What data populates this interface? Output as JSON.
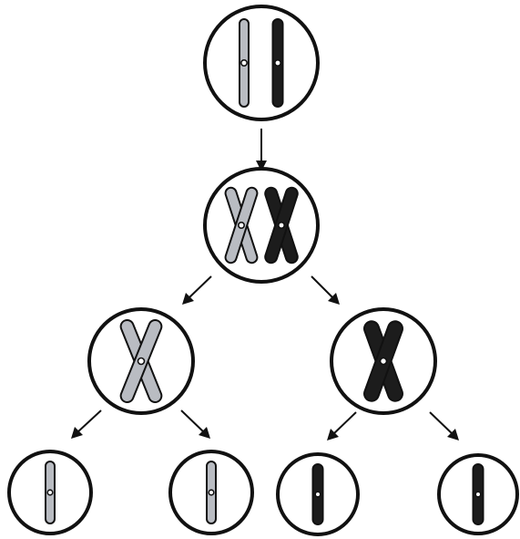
{
  "diagram": {
    "kind": "meiosis",
    "colors": {
      "light_chromosome": "#b9bcc2",
      "dark_chromosome": "#1c1c1c",
      "outline": "#111111",
      "cell_fill": "#ffffff"
    },
    "stages": [
      {
        "name": "parent-cell",
        "chromosomes": [
          "light-single",
          "dark-single"
        ]
      },
      {
        "name": "duplicated-cell",
        "chromosomes": [
          "light-pair",
          "dark-pair"
        ]
      },
      {
        "name": "meiosis-one-daughters",
        "cells": [
          {
            "chromosomes": [
              "light-pair"
            ]
          },
          {
            "chromosomes": [
              "dark-pair"
            ]
          }
        ]
      },
      {
        "name": "meiosis-two-gametes",
        "cells": [
          {
            "chromosomes": [
              "light-single"
            ]
          },
          {
            "chromosomes": [
              "light-single"
            ]
          },
          {
            "chromosomes": [
              "dark-single"
            ]
          },
          {
            "chromosomes": [
              "dark-single"
            ]
          }
        ]
      }
    ]
  }
}
